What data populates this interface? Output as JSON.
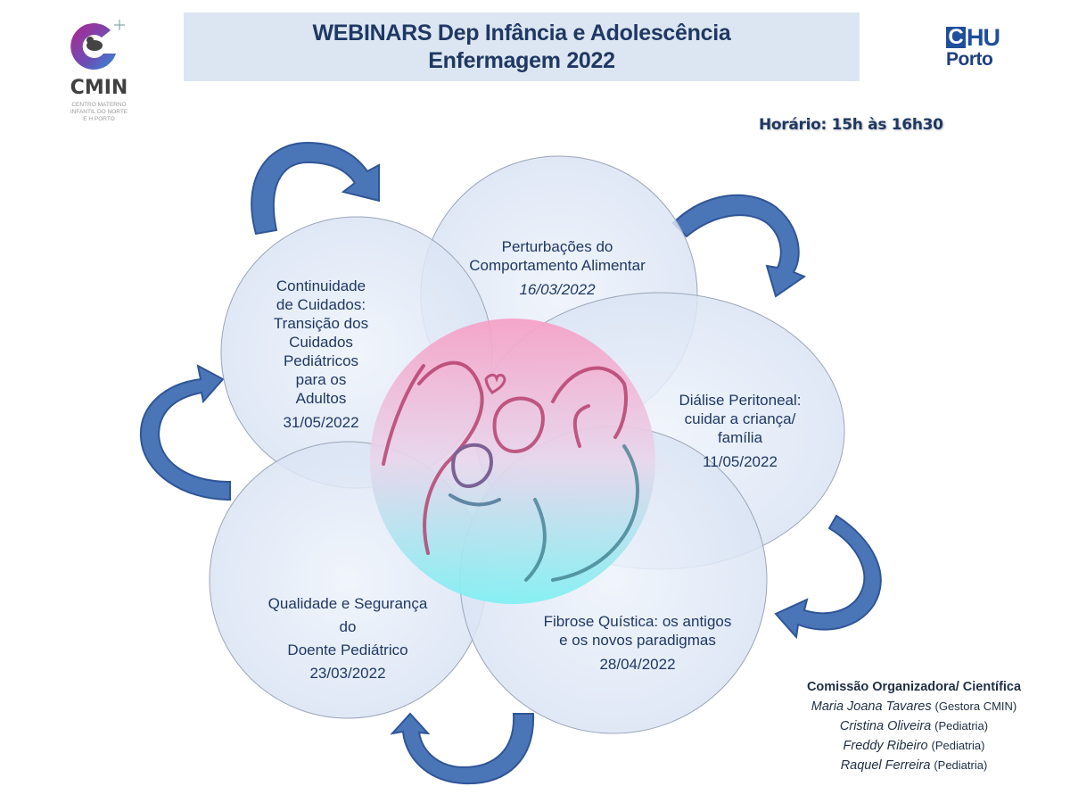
{
  "header": {
    "title_line1": "WEBINARS Dep Infância e Adolescência",
    "title_line2": "Enfermagem 2022"
  },
  "logos": {
    "left": {
      "name": "CMIN",
      "subtitle": [
        "CENTRO MATERNO",
        "INFANTIL DO NORTE",
        "E H PORTO"
      ]
    },
    "right": {
      "c": "C",
      "hu": "HU",
      "city": "Porto"
    }
  },
  "schedule": "Horário: 15h às 16h30",
  "colors": {
    "title_box": "#dce6f2",
    "title_text": "#1f3864",
    "arrow": "#4a76b8",
    "arrow_stroke": "#2f5597",
    "circle_fill": "#e4ebf7",
    "center_top": "#f7a3c7",
    "center_bottom": "#8ff0f0"
  },
  "sessions": [
    {
      "topic_lines": [
        "Continuidade",
        "de Cuidados:",
        "Transição dos",
        "Cuidados",
        "Pediátricos",
        "para os",
        "Adultos"
      ],
      "date": "31/05/2022"
    },
    {
      "topic_lines": [
        "Perturbações do",
        "Comportamento Alimentar"
      ],
      "date": "16/03/2022"
    },
    {
      "topic_lines": [
        "Diálise Peritoneal:",
        "cuidar a criança/",
        "família"
      ],
      "date": "11/05/2022"
    },
    {
      "topic_lines": [
        "Fibrose Quística: os antigos",
        "e os novos paradigmas"
      ],
      "date": "28/04/2022"
    },
    {
      "topic_lines": [
        "Qualidade e Segurança",
        "do",
        "Doente Pediátrico"
      ],
      "date": "23/03/2022"
    }
  ],
  "center_image": "family-illustration",
  "committee": {
    "heading": "Comissão Organizadora/ Científica",
    "members": [
      {
        "name": "Maria Joana Tavares",
        "role": "(Gestora CMIN)"
      },
      {
        "name": "Cristina Oliveira",
        "role": "(Pediatria)"
      },
      {
        "name": "Freddy Ribeiro",
        "role": "(Pediatria)"
      },
      {
        "name": "Raquel Ferreira",
        "role": "(Pediatria)"
      }
    ]
  }
}
